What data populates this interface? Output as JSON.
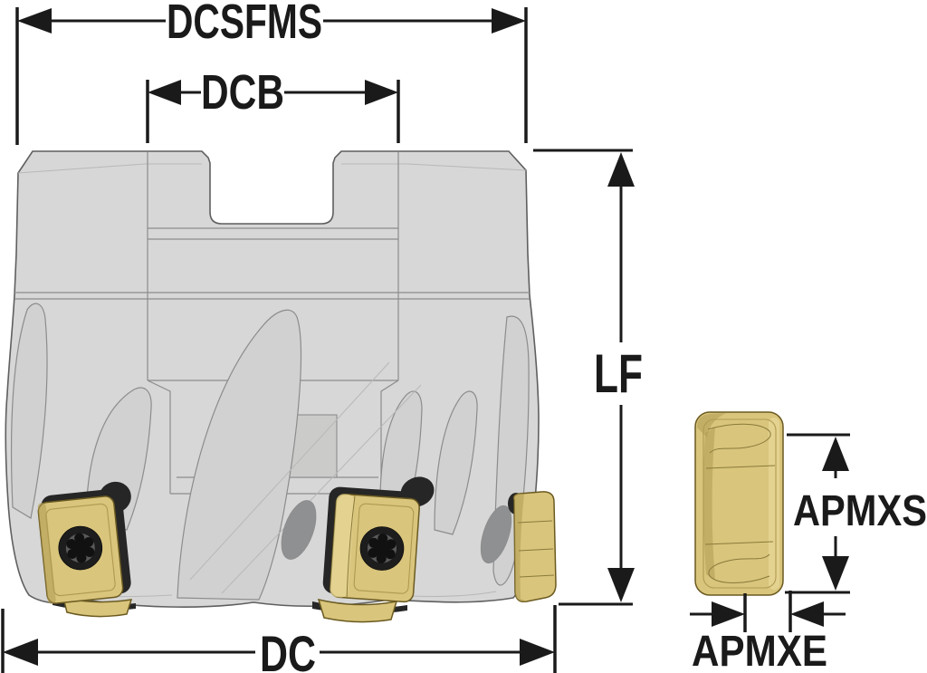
{
  "diagram": {
    "subject": "face-milling-cutter-dimension-drawing",
    "dimensions": {
      "dcsfms": {
        "label": "DCSFMS"
      },
      "dcb": {
        "label": "DCB"
      },
      "lf": {
        "label": "LF"
      },
      "dc": {
        "label": "DC"
      },
      "apmxs": {
        "label": "APMXS"
      },
      "apmxe": {
        "label": "APMXE"
      }
    }
  },
  "colors": {
    "background": "#ffffff",
    "dimension": "#1a1a1a",
    "body_fill": "#d6d7d6",
    "body_outline": "#5f5f5f",
    "detail_line": "#8c8c8c",
    "detail_soft": "#b8b8b8",
    "flute_fill": "#d0d1d0",
    "pocket_fill": "#cbccca",
    "shadow": "#8f9092",
    "pocket_shadow": "#262626",
    "insert_gold": "#d9c57c",
    "insert_gold_light": "#e8d898",
    "insert_gold_dark": "#b09a52",
    "insert_detail": "#8a7a3a",
    "insert_edge": "#6b5a20",
    "screw_dark": "#1d1d1d",
    "screw_mid": "#5a5a5a",
    "screw_star": "#111111"
  }
}
